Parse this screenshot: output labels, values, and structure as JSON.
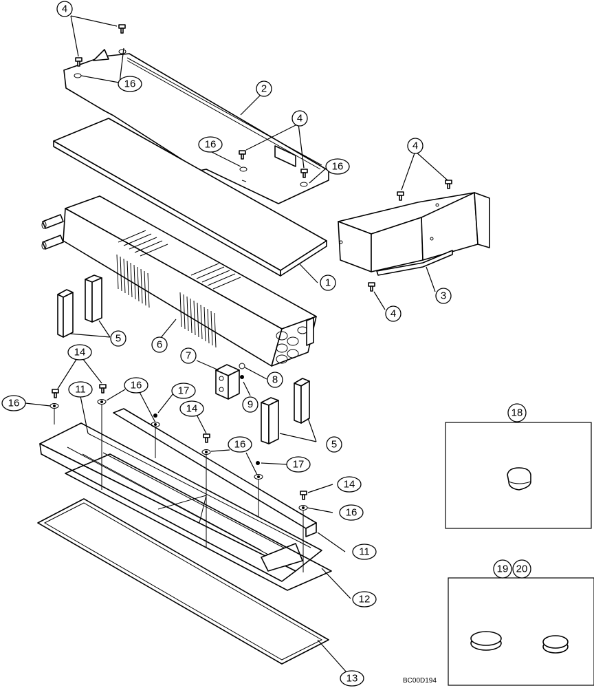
{
  "drawing": {
    "code": "BC00D194",
    "callouts": [
      {
        "id": "c4a",
        "label": "4"
      },
      {
        "id": "c16a",
        "label": "16"
      },
      {
        "id": "c2",
        "label": "2"
      },
      {
        "id": "c4b",
        "label": "4"
      },
      {
        "id": "c16b",
        "label": "16"
      },
      {
        "id": "c16c",
        "label": "16"
      },
      {
        "id": "c4c",
        "label": "4"
      },
      {
        "id": "c1",
        "label": "1"
      },
      {
        "id": "c3",
        "label": "3"
      },
      {
        "id": "c4d",
        "label": "4"
      },
      {
        "id": "c5a",
        "label": "5"
      },
      {
        "id": "c6",
        "label": "6"
      },
      {
        "id": "c7",
        "label": "7"
      },
      {
        "id": "c8",
        "label": "8"
      },
      {
        "id": "c9",
        "label": "9"
      },
      {
        "id": "c14a",
        "label": "14"
      },
      {
        "id": "c16d",
        "label": "16"
      },
      {
        "id": "c11a",
        "label": "11"
      },
      {
        "id": "c16e",
        "label": "16"
      },
      {
        "id": "c17a",
        "label": "17"
      },
      {
        "id": "c14b",
        "label": "14"
      },
      {
        "id": "c16f",
        "label": "16"
      },
      {
        "id": "c17b",
        "label": "17"
      },
      {
        "id": "c5b",
        "label": "5"
      },
      {
        "id": "c14c",
        "label": "14"
      },
      {
        "id": "c16g",
        "label": "16"
      },
      {
        "id": "c11b",
        "label": "11"
      },
      {
        "id": "c12",
        "label": "12"
      },
      {
        "id": "c13",
        "label": "13"
      },
      {
        "id": "c18",
        "label": "18"
      },
      {
        "id": "c19",
        "label": "19"
      },
      {
        "id": "c20",
        "label": "20"
      }
    ]
  }
}
